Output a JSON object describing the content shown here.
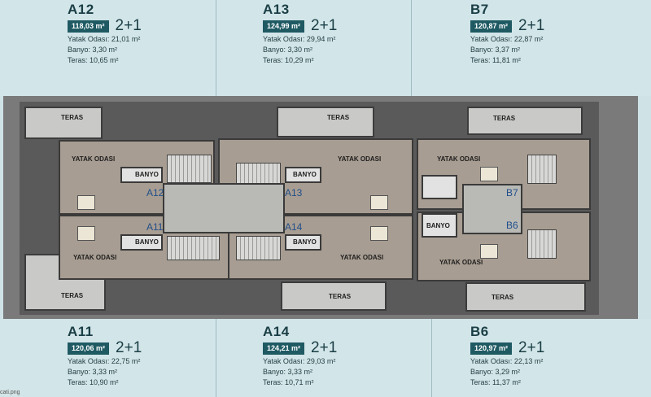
{
  "units": {
    "a12": {
      "code": "A12",
      "area": "118,03 m²",
      "type": "2+1",
      "bedroom": "Yatak Odası: 21,01 m²",
      "bathroom": "Banyo: 3,30 m²",
      "terrace": "Teras: 10,65 m²"
    },
    "a13": {
      "code": "A13",
      "area": "124,99 m²",
      "type": "2+1",
      "bedroom": "Yatak Odası: 29,94 m²",
      "bathroom": "Banyo: 3,30 m²",
      "terrace": "Teras: 10,29 m²"
    },
    "b7": {
      "code": "B7",
      "area": "120,87 m²",
      "type": "2+1",
      "bedroom": "Yatak Odası: 22,87 m²",
      "bathroom": "Banyo: 3,37 m²",
      "terrace": "Teras: 11,81 m²"
    },
    "a11": {
      "code": "A11",
      "area": "120,06 m²",
      "type": "2+1",
      "bedroom": "Yatak Odası: 22,75 m²",
      "bathroom": "Banyo: 3,33 m²",
      "terrace": "Teras: 10,90 m²"
    },
    "a14": {
      "code": "A14",
      "area": "124,21 m²",
      "type": "2+1",
      "bedroom": "Yatak Odası: 29,03 m²",
      "bathroom": "Banyo: 3,33 m²",
      "terrace": "Teras: 10,71 m²"
    },
    "b6": {
      "code": "B6",
      "area": "120,97 m²",
      "type": "2+1",
      "bedroom": "Yatak Odası: 22,13 m²",
      "bathroom": "Banyo: 3,29 m²",
      "terrace": "Teras: 11,37 m²"
    }
  },
  "plan_labels": {
    "teras": "TERAS",
    "yatak_odasi": "YATAK ODASI",
    "banyo": "BANYO",
    "a12": "A12",
    "a13": "A13",
    "a11": "A11",
    "a14": "A14",
    "b7": "B7",
    "b6": "B6"
  },
  "filename": "cati.png",
  "colors": {
    "accent": "#1f5a63",
    "unit_label": "#1f4f8a"
  }
}
